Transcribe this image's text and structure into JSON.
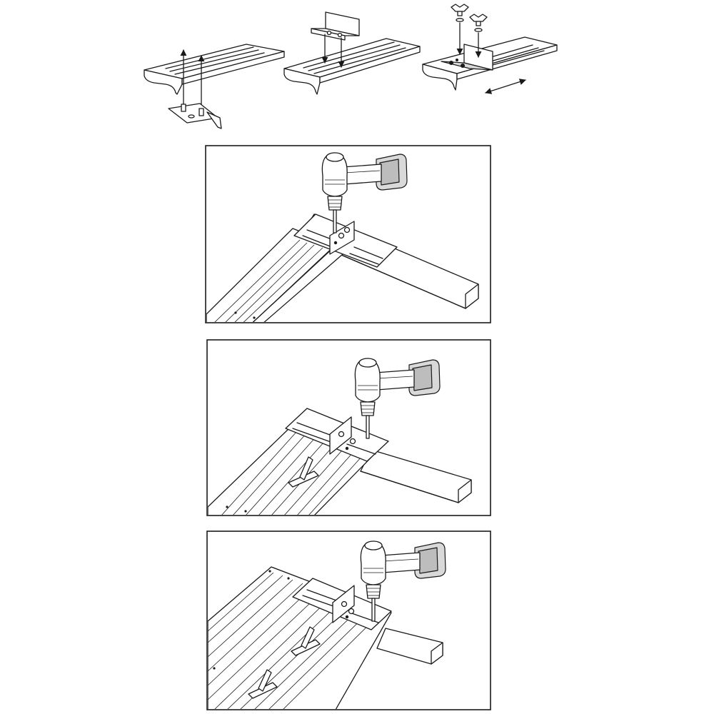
{
  "diagram": {
    "kind": "assembly-instructions",
    "top_row_steps": [
      "bracket-pins-insert",
      "angle-bracket-place",
      "wing-nut-fasten"
    ],
    "panels": [
      "drill-first-bracket",
      "drill-second-bracket",
      "drill-third-bracket"
    ],
    "colors": {
      "line": "#1a1a1a",
      "fill": "#ffffff",
      "shade": "#d9d9d9"
    }
  }
}
